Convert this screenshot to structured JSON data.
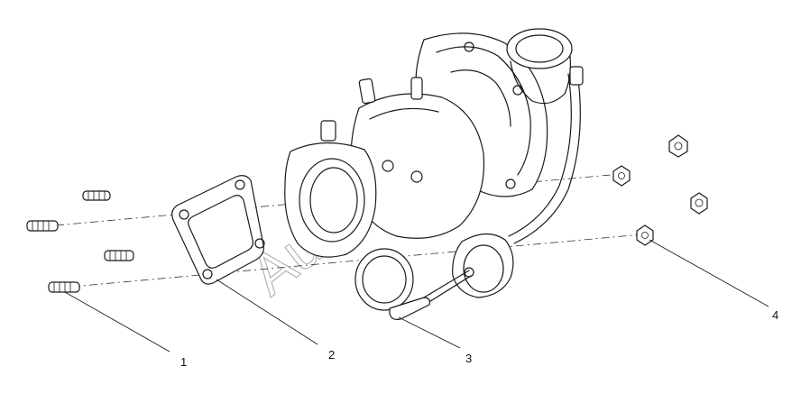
{
  "diagram": {
    "callouts": [
      "1",
      "2",
      "3",
      "4"
    ],
    "watermark": "Autos"
  }
}
